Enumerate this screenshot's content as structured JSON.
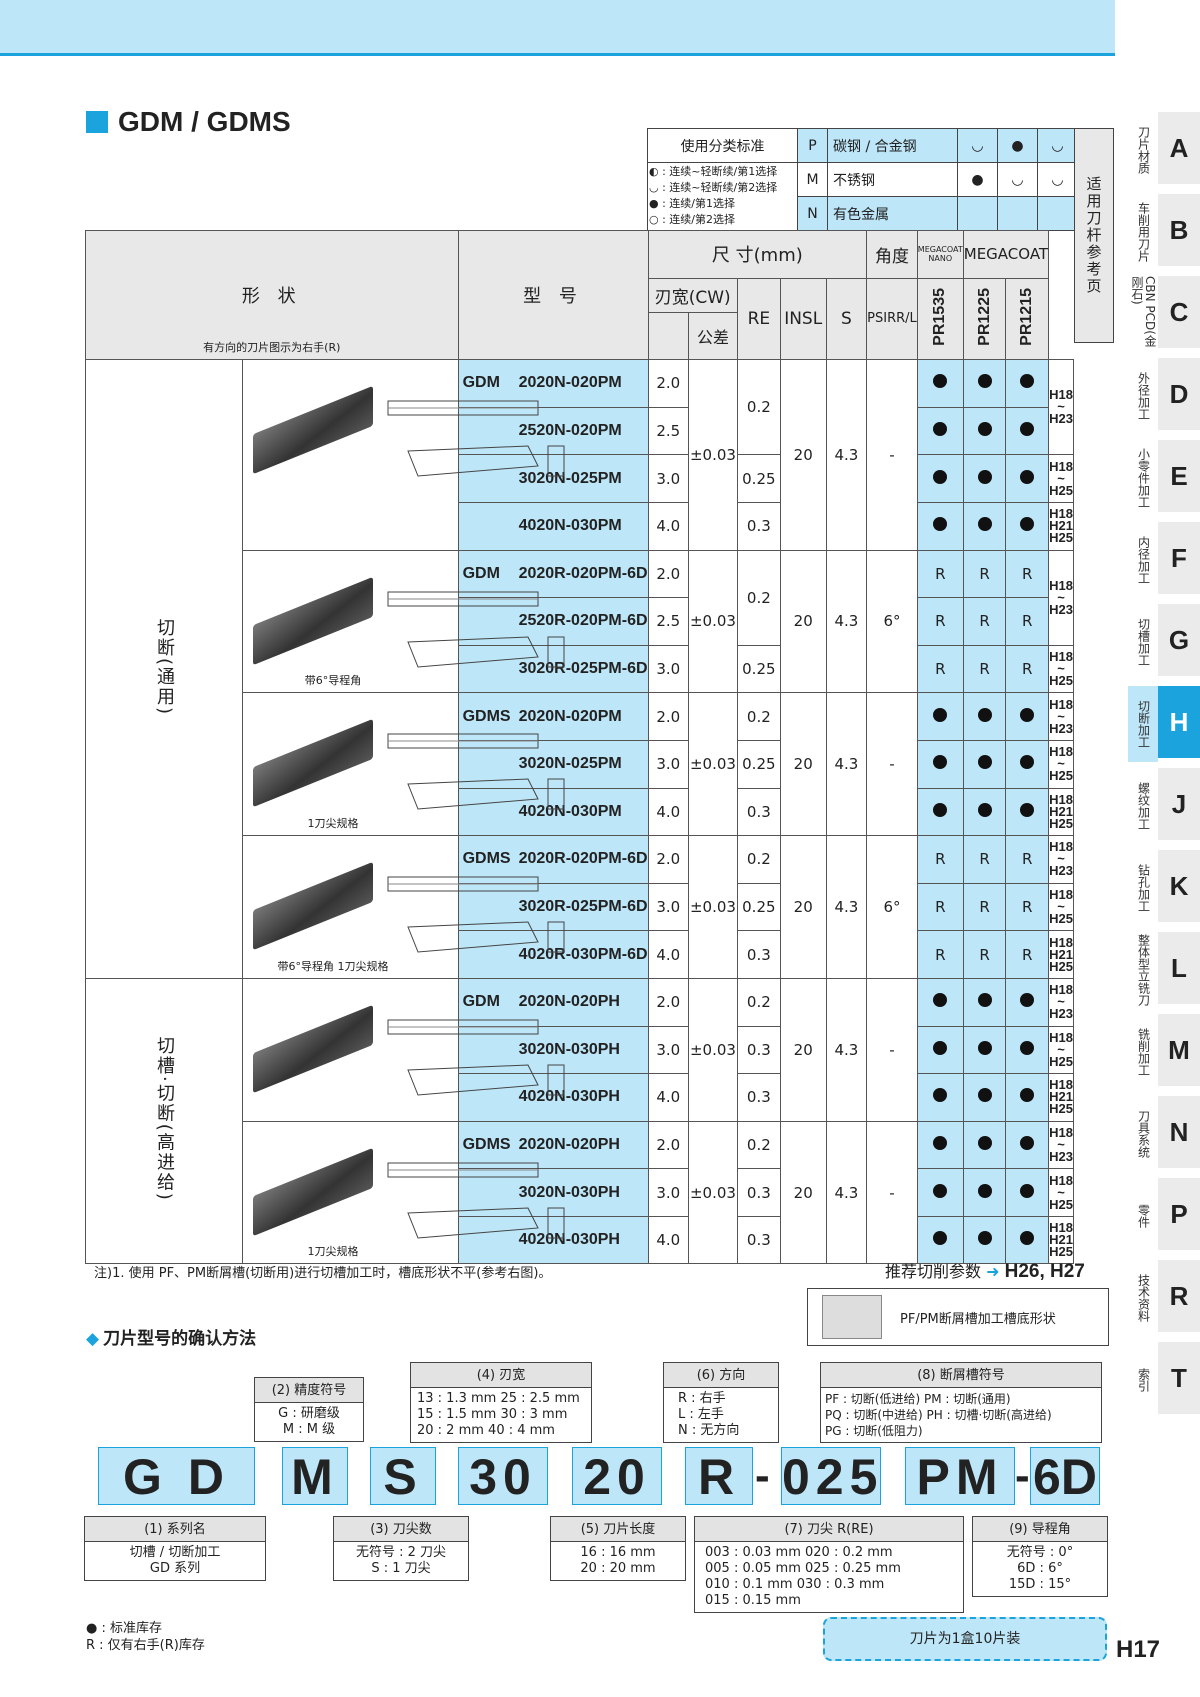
{
  "page_title": "GDM / GDMS",
  "grade_key": {
    "header": "使用分类标准",
    "rows": [
      {
        "code": "P",
        "material": "碳钢 / 合金钢",
        "marks": [
          "◡",
          "●",
          "◡"
        ]
      },
      {
        "code": "M",
        "material": "不锈钢",
        "marks": [
          "●",
          "◡",
          "◡"
        ]
      },
      {
        "code": "N",
        "material": "有色金属",
        "marks": [
          "",
          "",
          ""
        ]
      }
    ],
    "legend": [
      "◐ : 连续~轻断续/第1选择",
      "◡ : 连续~轻断续/第2选择",
      "● : 连续/第1选择",
      "○ : 连续/第2选择"
    ]
  },
  "applicable_holder": "适用刀杆参考页",
  "table_header": {
    "shape": "形 状",
    "shape_note": "有方向的刀片图示为右手(R)",
    "model": "型 号",
    "dims": "尺 寸(mm)",
    "angle": "角度",
    "cw": "刃宽(CW)",
    "tol": "公差",
    "re": "RE",
    "insl": "INSL",
    "s": "S",
    "psir": "PSIRR/L",
    "coat1": "MEGACOAT NANO",
    "coat2": "MEGACOAT",
    "grades": [
      "PR1535",
      "PR1225",
      "PR1215"
    ]
  },
  "groups": [
    {
      "category": "切断(通用)",
      "caption": "",
      "series": "GDM",
      "tol": "±0.03",
      "insl": "20",
      "s": "4.3",
      "psir": "-",
      "rows": [
        {
          "model": "2020N-020PM",
          "cw": "2.0",
          "re": "0.2",
          "g": [
            "●",
            "●",
            "●"
          ],
          "page": "H18 ~ H23"
        },
        {
          "model": "2520N-020PM",
          "cw": "2.5",
          "re": "",
          "g": [
            "●",
            "●",
            "●"
          ],
          "page": ""
        },
        {
          "model": "3020N-025PM",
          "cw": "3.0",
          "re": "0.25",
          "g": [
            "●",
            "●",
            "●"
          ],
          "page": "H18 ~ H25"
        },
        {
          "model": "4020N-030PM",
          "cw": "4.0",
          "re": "0.3",
          "g": [
            "●",
            "●",
            "●"
          ],
          "page": "H18 H21 H25"
        }
      ]
    },
    {
      "category": "",
      "caption": "带6°导程角",
      "series": "GDM",
      "tol": "±0.03",
      "insl": "20",
      "s": "4.3",
      "psir": "6°",
      "rows": [
        {
          "model": "2020R-020PM-6D",
          "cw": "2.0",
          "re": "0.2",
          "g": [
            "R",
            "R",
            "R"
          ],
          "page": "H18 ~ H23"
        },
        {
          "model": "2520R-020PM-6D",
          "cw": "2.5",
          "re": "",
          "g": [
            "R",
            "R",
            "R"
          ],
          "page": ""
        },
        {
          "model": "3020R-025PM-6D",
          "cw": "3.0",
          "re": "0.25",
          "g": [
            "R",
            "R",
            "R"
          ],
          "page": "H18 ~ H25"
        }
      ]
    },
    {
      "category": "",
      "caption": "1刀尖规格",
      "series": "GDMS",
      "tol": "±0.03",
      "insl": "20",
      "s": "4.3",
      "psir": "-",
      "rows": [
        {
          "model": "2020N-020PM",
          "cw": "2.0",
          "re": "0.2",
          "g": [
            "●",
            "●",
            "●"
          ],
          "page": "H18 ~ H23"
        },
        {
          "model": "3020N-025PM",
          "cw": "3.0",
          "re": "0.25",
          "g": [
            "●",
            "●",
            "●"
          ],
          "page": "H18 ~ H25"
        },
        {
          "model": "4020N-030PM",
          "cw": "4.0",
          "re": "0.3",
          "g": [
            "●",
            "●",
            "●"
          ],
          "page": "H18 H21 H25"
        }
      ]
    },
    {
      "category": "",
      "caption": "带6°导程角 1刀尖规格",
      "series": "GDMS",
      "tol": "±0.03",
      "insl": "20",
      "s": "4.3",
      "psir": "6°",
      "rows": [
        {
          "model": "2020R-020PM-6D",
          "cw": "2.0",
          "re": "0.2",
          "g": [
            "R",
            "R",
            "R"
          ],
          "page": "H18 ~ H23"
        },
        {
          "model": "3020R-025PM-6D",
          "cw": "3.0",
          "re": "0.25",
          "g": [
            "R",
            "R",
            "R"
          ],
          "page": "H18 ~ H25"
        },
        {
          "model": "4020R-030PM-6D",
          "cw": "4.0",
          "re": "0.3",
          "g": [
            "R",
            "R",
            "R"
          ],
          "page": "H18 H21 H25"
        }
      ]
    },
    {
      "category": "切槽·切断(高进给)",
      "caption": "",
      "series": "GDM",
      "tol": "±0.03",
      "insl": "20",
      "s": "4.3",
      "psir": "-",
      "rows": [
        {
          "model": "2020N-020PH",
          "cw": "2.0",
          "re": "0.2",
          "g": [
            "●",
            "●",
            "●"
          ],
          "page": "H18 ~ H23"
        },
        {
          "model": "3020N-030PH",
          "cw": "3.0",
          "re": "0.3",
          "g": [
            "●",
            "●",
            "●"
          ],
          "page": "H18 ~ H25"
        },
        {
          "model": "4020N-030PH",
          "cw": "4.0",
          "re": "0.3",
          "g": [
            "●",
            "●",
            "●"
          ],
          "page": "H18 H21 H25"
        }
      ]
    },
    {
      "category": "",
      "caption": "1刀尖规格",
      "series": "GDMS",
      "tol": "±0.03",
      "insl": "20",
      "s": "4.3",
      "psir": "-",
      "rows": [
        {
          "model": "2020N-020PH",
          "cw": "2.0",
          "re": "0.2",
          "g": [
            "●",
            "●",
            "●"
          ],
          "page": "H18 ~ H23"
        },
        {
          "model": "3020N-030PH",
          "cw": "3.0",
          "re": "0.3",
          "g": [
            "●",
            "●",
            "●"
          ],
          "page": "H18 ~ H25"
        },
        {
          "model": "4020N-030PH",
          "cw": "4.0",
          "re": "0.3",
          "g": [
            "●",
            "●",
            "●"
          ],
          "page": "H18 H21 H25"
        }
      ]
    }
  ],
  "note": "注)1. 使用 PF、PM断屑槽(切断用)进行切槽加工时，槽底形状不平(参考右图)。",
  "recommend_label": "推荐切削参数",
  "recommend_pages": "H26, H27",
  "pf_box": "PF/PM断屑槽加工槽底形状",
  "section_title": "刀片型号的确认方法",
  "code_parts": [
    "G D",
    "M",
    "S",
    "30",
    "20",
    "R",
    "025",
    "PM",
    "6D"
  ],
  "dash": "-",
  "boxes": {
    "b1": {
      "h": "(1) 系列名",
      "lines": [
        "切槽 / 切断加工",
        "GD 系列"
      ]
    },
    "b2": {
      "h": "(2) 精度符号",
      "lines": [
        "G : 研磨级",
        "M : M 级"
      ]
    },
    "b3": {
      "h": "(3) 刀尖数",
      "lines": [
        "无符号 : 2 刀尖",
        "S : 1 刀尖"
      ]
    },
    "b4": {
      "h": "(4) 刃宽",
      "lines": [
        "13 : 1.3 mm   25 : 2.5 mm",
        "15 : 1.5 mm   30 : 3 mm",
        "20 : 2 mm      40 : 4 mm"
      ]
    },
    "b5": {
      "h": "(5) 刀片长度",
      "lines": [
        "16 : 16 mm",
        "20 : 20 mm"
      ]
    },
    "b6": {
      "h": "(6) 方向",
      "lines": [
        "R : 右手",
        "L : 左手",
        "N : 无方向"
      ]
    },
    "b7": {
      "h": "(7) 刀尖 R(RE)",
      "lines": [
        "003 : 0.03 mm   020 : 0.2 mm",
        "005 : 0.05 mm   025 : 0.25 mm",
        "010 : 0.1 mm     030 : 0.3 mm",
        "015 : 0.15 mm"
      ]
    },
    "b8": {
      "h": "(8) 断屑槽符号",
      "lines": [
        "PF : 切断(低进给)   PM : 切断(通用)",
        "PQ : 切断(中进给)   PH : 切槽·切断(高进给)",
        "PG : 切断(低阻力)"
      ]
    },
    "b9": {
      "h": "(9) 导程角",
      "lines": [
        "无符号 : 0°",
        "6D : 6°",
        "15D : 15°"
      ]
    }
  },
  "footnotes": [
    "● : 标准库存",
    "R : 仅有右手(R)库存"
  ],
  "pack_note": "刀片为1盒10片装",
  "page_number": "H17",
  "side_tabs": [
    {
      "label": "刀片材质",
      "letter": "A"
    },
    {
      "label": "车削用刀片",
      "letter": "B"
    },
    {
      "label": "CBN PCD(金刚石)",
      "letter": "C"
    },
    {
      "label": "外径加工",
      "letter": "D"
    },
    {
      "label": "小零件加工",
      "letter": "E"
    },
    {
      "label": "内径加工",
      "letter": "F"
    },
    {
      "label": "切槽加工",
      "letter": "G"
    },
    {
      "label": "切断加工",
      "letter": "H"
    },
    {
      "label": "螺纹加工",
      "letter": "J"
    },
    {
      "label": "钻孔加工",
      "letter": "K"
    },
    {
      "label": "整体型立铣刀",
      "letter": "L"
    },
    {
      "label": "铣削加工",
      "letter": "M"
    },
    {
      "label": "刀具系统",
      "letter": "N"
    },
    {
      "label": "零件",
      "letter": "P"
    },
    {
      "label": "技术资料",
      "letter": "R"
    },
    {
      "label": "索引",
      "letter": "T"
    }
  ],
  "active_tab": "H"
}
